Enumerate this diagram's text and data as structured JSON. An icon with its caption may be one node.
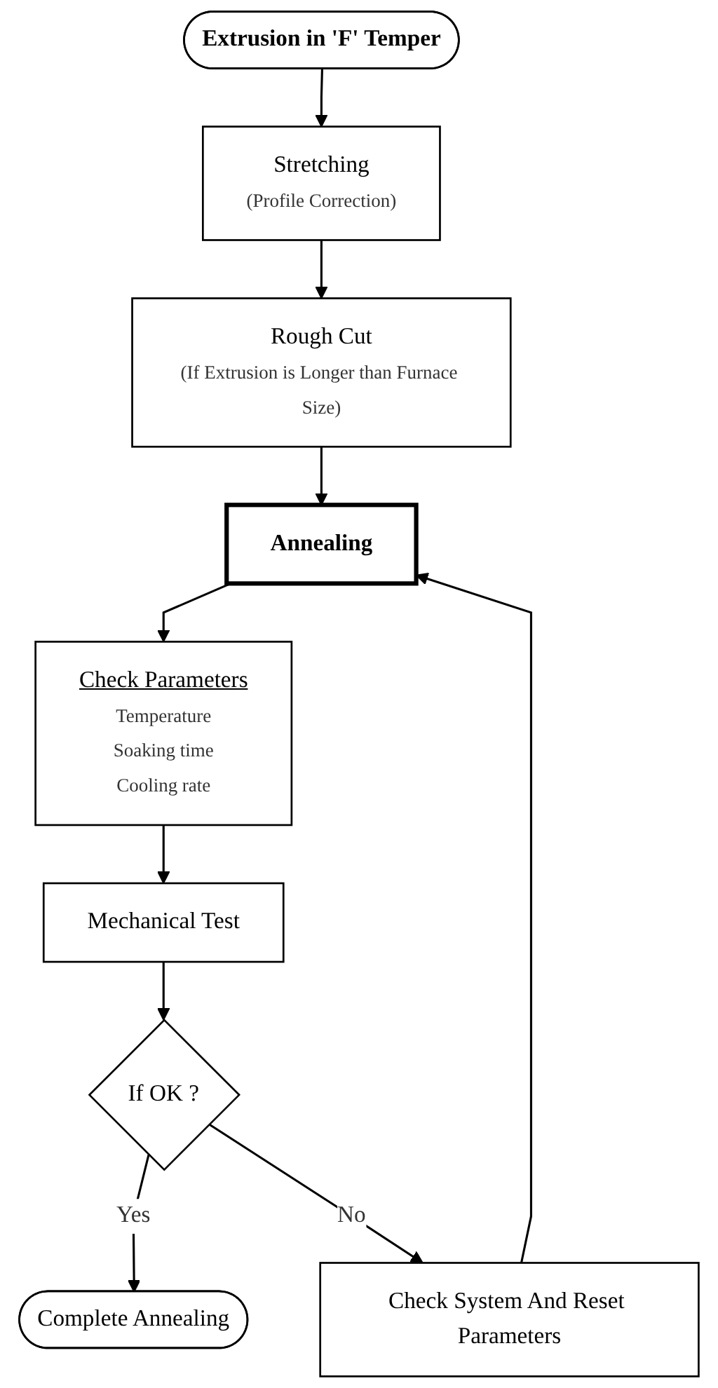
{
  "diagram": {
    "nodes": [
      {
        "text": [
          "Extrusion in 'F' Temper"
        ]
      },
      {
        "text": [
          "Stretching",
          "(Profile Correction)"
        ]
      },
      {
        "text": [
          "Rough Cut",
          "(If Extrusion is Longer than Furnace Size)"
        ]
      },
      {
        "text": [
          "Annealing"
        ]
      },
      {
        "text": [
          "Check Parameters",
          "Temperature",
          "Soaking time",
          "Cooling rate"
        ]
      },
      {
        "text": [
          "Mechanical Test"
        ]
      },
      {
        "text": [
          "If OK ?"
        ]
      },
      {
        "text": [
          "Complete Annealing"
        ]
      },
      {
        "text": [
          "Check System And Reset Parameters"
        ]
      }
    ],
    "edges": [
      {
        "from": 0,
        "to": 1,
        "arrow": "to"
      },
      {
        "from": 1,
        "to": 2,
        "arrow": "to"
      },
      {
        "from": 2,
        "to": 3,
        "arrow": "to"
      },
      {
        "from": 3,
        "to": 4,
        "arrow": "to"
      },
      {
        "from": 4,
        "to": 5,
        "arrow": "to"
      },
      {
        "from": 5,
        "to": 6,
        "arrow": "to"
      },
      {
        "from": 6,
        "to": 7,
        "label": "Yes",
        "arrow": "to"
      },
      {
        "from": 6,
        "to": 8,
        "label": "No",
        "arrow": "to"
      },
      {
        "from": 8,
        "to": 3,
        "arrow": "to"
      }
    ]
  }
}
